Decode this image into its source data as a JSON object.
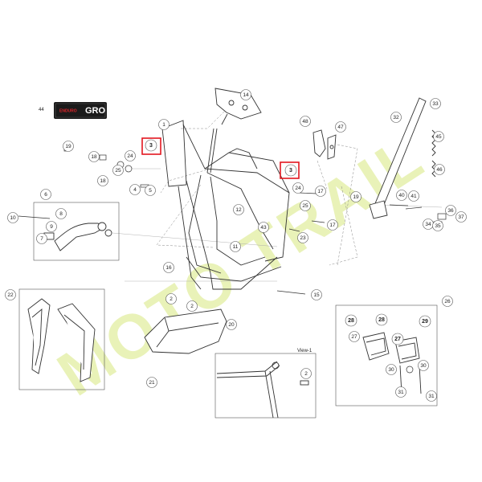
{
  "diagram": {
    "index_number": "44",
    "brand_badge": {
      "left_text": "ENDURO",
      "right_text": "GRO",
      "color_bg": "#1b1b1b",
      "color_red": "#e0262b"
    },
    "view_label": "View-1",
    "watermark_text": "MOTO TRAIL",
    "watermark_color": "#e9f2b8",
    "highlight_color": "#e2171f",
    "icons": [
      "frame-drawing",
      "skid-plate-drawing",
      "side-stand-drawing",
      "footpeg-drawing",
      "frame-guard-drawing",
      "brake-pedal-drawing",
      "sensor-bracket-drawing"
    ],
    "callouts": [
      {
        "id": "c1",
        "text": "1"
      },
      {
        "id": "c14",
        "text": "14"
      },
      {
        "id": "c48",
        "text": "48"
      },
      {
        "id": "c47",
        "text": "47"
      },
      {
        "id": "c32",
        "text": "32"
      },
      {
        "id": "c33",
        "text": "33"
      },
      {
        "id": "c45",
        "text": "45"
      },
      {
        "id": "c46",
        "text": "46"
      },
      {
        "id": "c19a",
        "text": "19"
      },
      {
        "id": "c18a",
        "text": "18"
      },
      {
        "id": "c24a",
        "text": "24"
      },
      {
        "id": "c25a",
        "text": "25"
      },
      {
        "id": "c18b",
        "text": "18"
      },
      {
        "id": "c4",
        "text": "4"
      },
      {
        "id": "c5",
        "text": "5"
      },
      {
        "id": "c3a",
        "text": "3"
      },
      {
        "id": "c3b",
        "text": "3"
      },
      {
        "id": "c24b",
        "text": "24"
      },
      {
        "id": "c25b",
        "text": "25"
      },
      {
        "id": "c17a",
        "text": "17"
      },
      {
        "id": "c19b",
        "text": "19"
      },
      {
        "id": "c17b",
        "text": "17"
      },
      {
        "id": "c23",
        "text": "23"
      },
      {
        "id": "c43",
        "text": "43"
      },
      {
        "id": "c12",
        "text": "12"
      },
      {
        "id": "c11",
        "text": "11"
      },
      {
        "id": "c6",
        "text": "6"
      },
      {
        "id": "c8",
        "text": "8"
      },
      {
        "id": "c9",
        "text": "9"
      },
      {
        "id": "c7",
        "text": "7"
      },
      {
        "id": "c10",
        "text": "10"
      },
      {
        "id": "c40",
        "text": "40"
      },
      {
        "id": "c41",
        "text": "41"
      },
      {
        "id": "c36",
        "text": "36"
      },
      {
        "id": "c34",
        "text": "34"
      },
      {
        "id": "c35",
        "text": "35"
      },
      {
        "id": "c37",
        "text": "37"
      },
      {
        "id": "c22",
        "text": "22"
      },
      {
        "id": "c16",
        "text": "16"
      },
      {
        "id": "c2a",
        "text": "2"
      },
      {
        "id": "c2b",
        "text": "2"
      },
      {
        "id": "c20",
        "text": "20"
      },
      {
        "id": "c21",
        "text": "21"
      },
      {
        "id": "c15",
        "text": "15"
      },
      {
        "id": "c2c",
        "text": "2"
      },
      {
        "id": "c26",
        "text": "26"
      },
      {
        "id": "c28a",
        "text": "28"
      },
      {
        "id": "c28b",
        "text": "28"
      },
      {
        "id": "c29",
        "text": "29"
      },
      {
        "id": "c27a",
        "text": "27"
      },
      {
        "id": "c27b",
        "text": "27"
      },
      {
        "id": "c30a",
        "text": "30"
      },
      {
        "id": "c30b",
        "text": "30"
      },
      {
        "id": "c31a",
        "text": "31"
      },
      {
        "id": "c31b",
        "text": "31"
      }
    ]
  }
}
